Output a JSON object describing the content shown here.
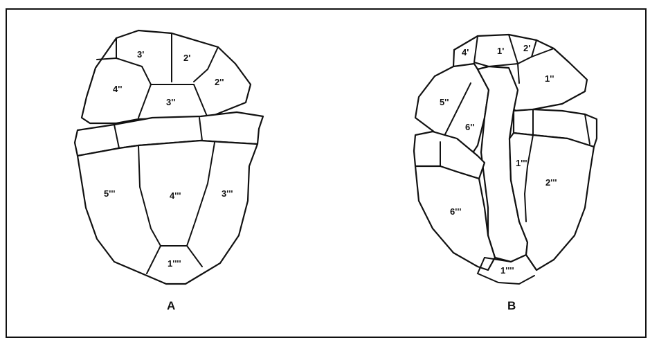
{
  "views": [
    {
      "panel_label": "A",
      "plates": [
        "3'",
        "2'",
        "4''",
        "3''",
        "2''",
        "5'''",
        "4'''",
        "3'''",
        "1''''"
      ]
    },
    {
      "panel_label": "B",
      "plates": [
        "4'",
        "1'",
        "2'",
        "1''",
        "5''",
        "6''",
        "1'''",
        "2'''",
        "6'''",
        "1''''"
      ]
    }
  ]
}
